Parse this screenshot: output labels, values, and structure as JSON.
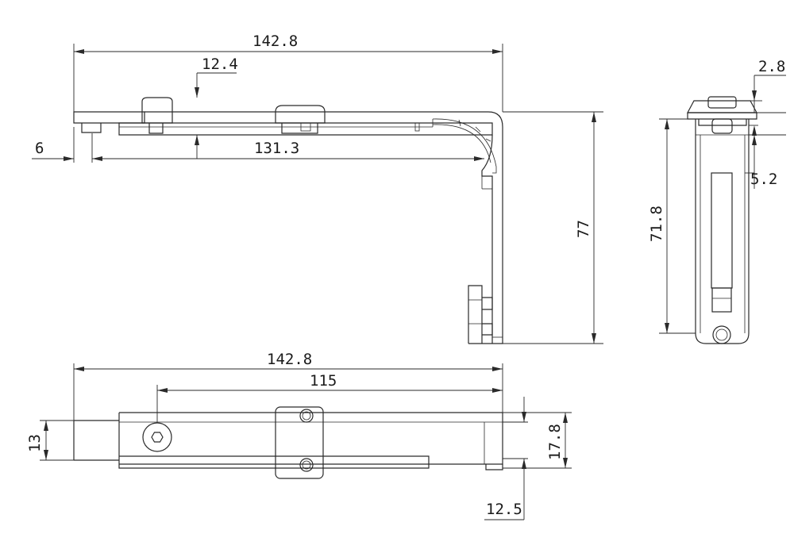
{
  "dimensions": {
    "top_total_length": "142.8",
    "top_knob_offset": "12.4",
    "top_left_offset": "6",
    "top_inner_length": "131.3",
    "top_height": "77",
    "side_top_small": "2.8",
    "side_lower_small": "5.2",
    "side_height": "71.8",
    "bottom_total_length": "142.8",
    "bottom_inner_length": "115",
    "bottom_left_height": "13",
    "bottom_right_height": "17.8",
    "bottom_right_offset": "12.5"
  }
}
